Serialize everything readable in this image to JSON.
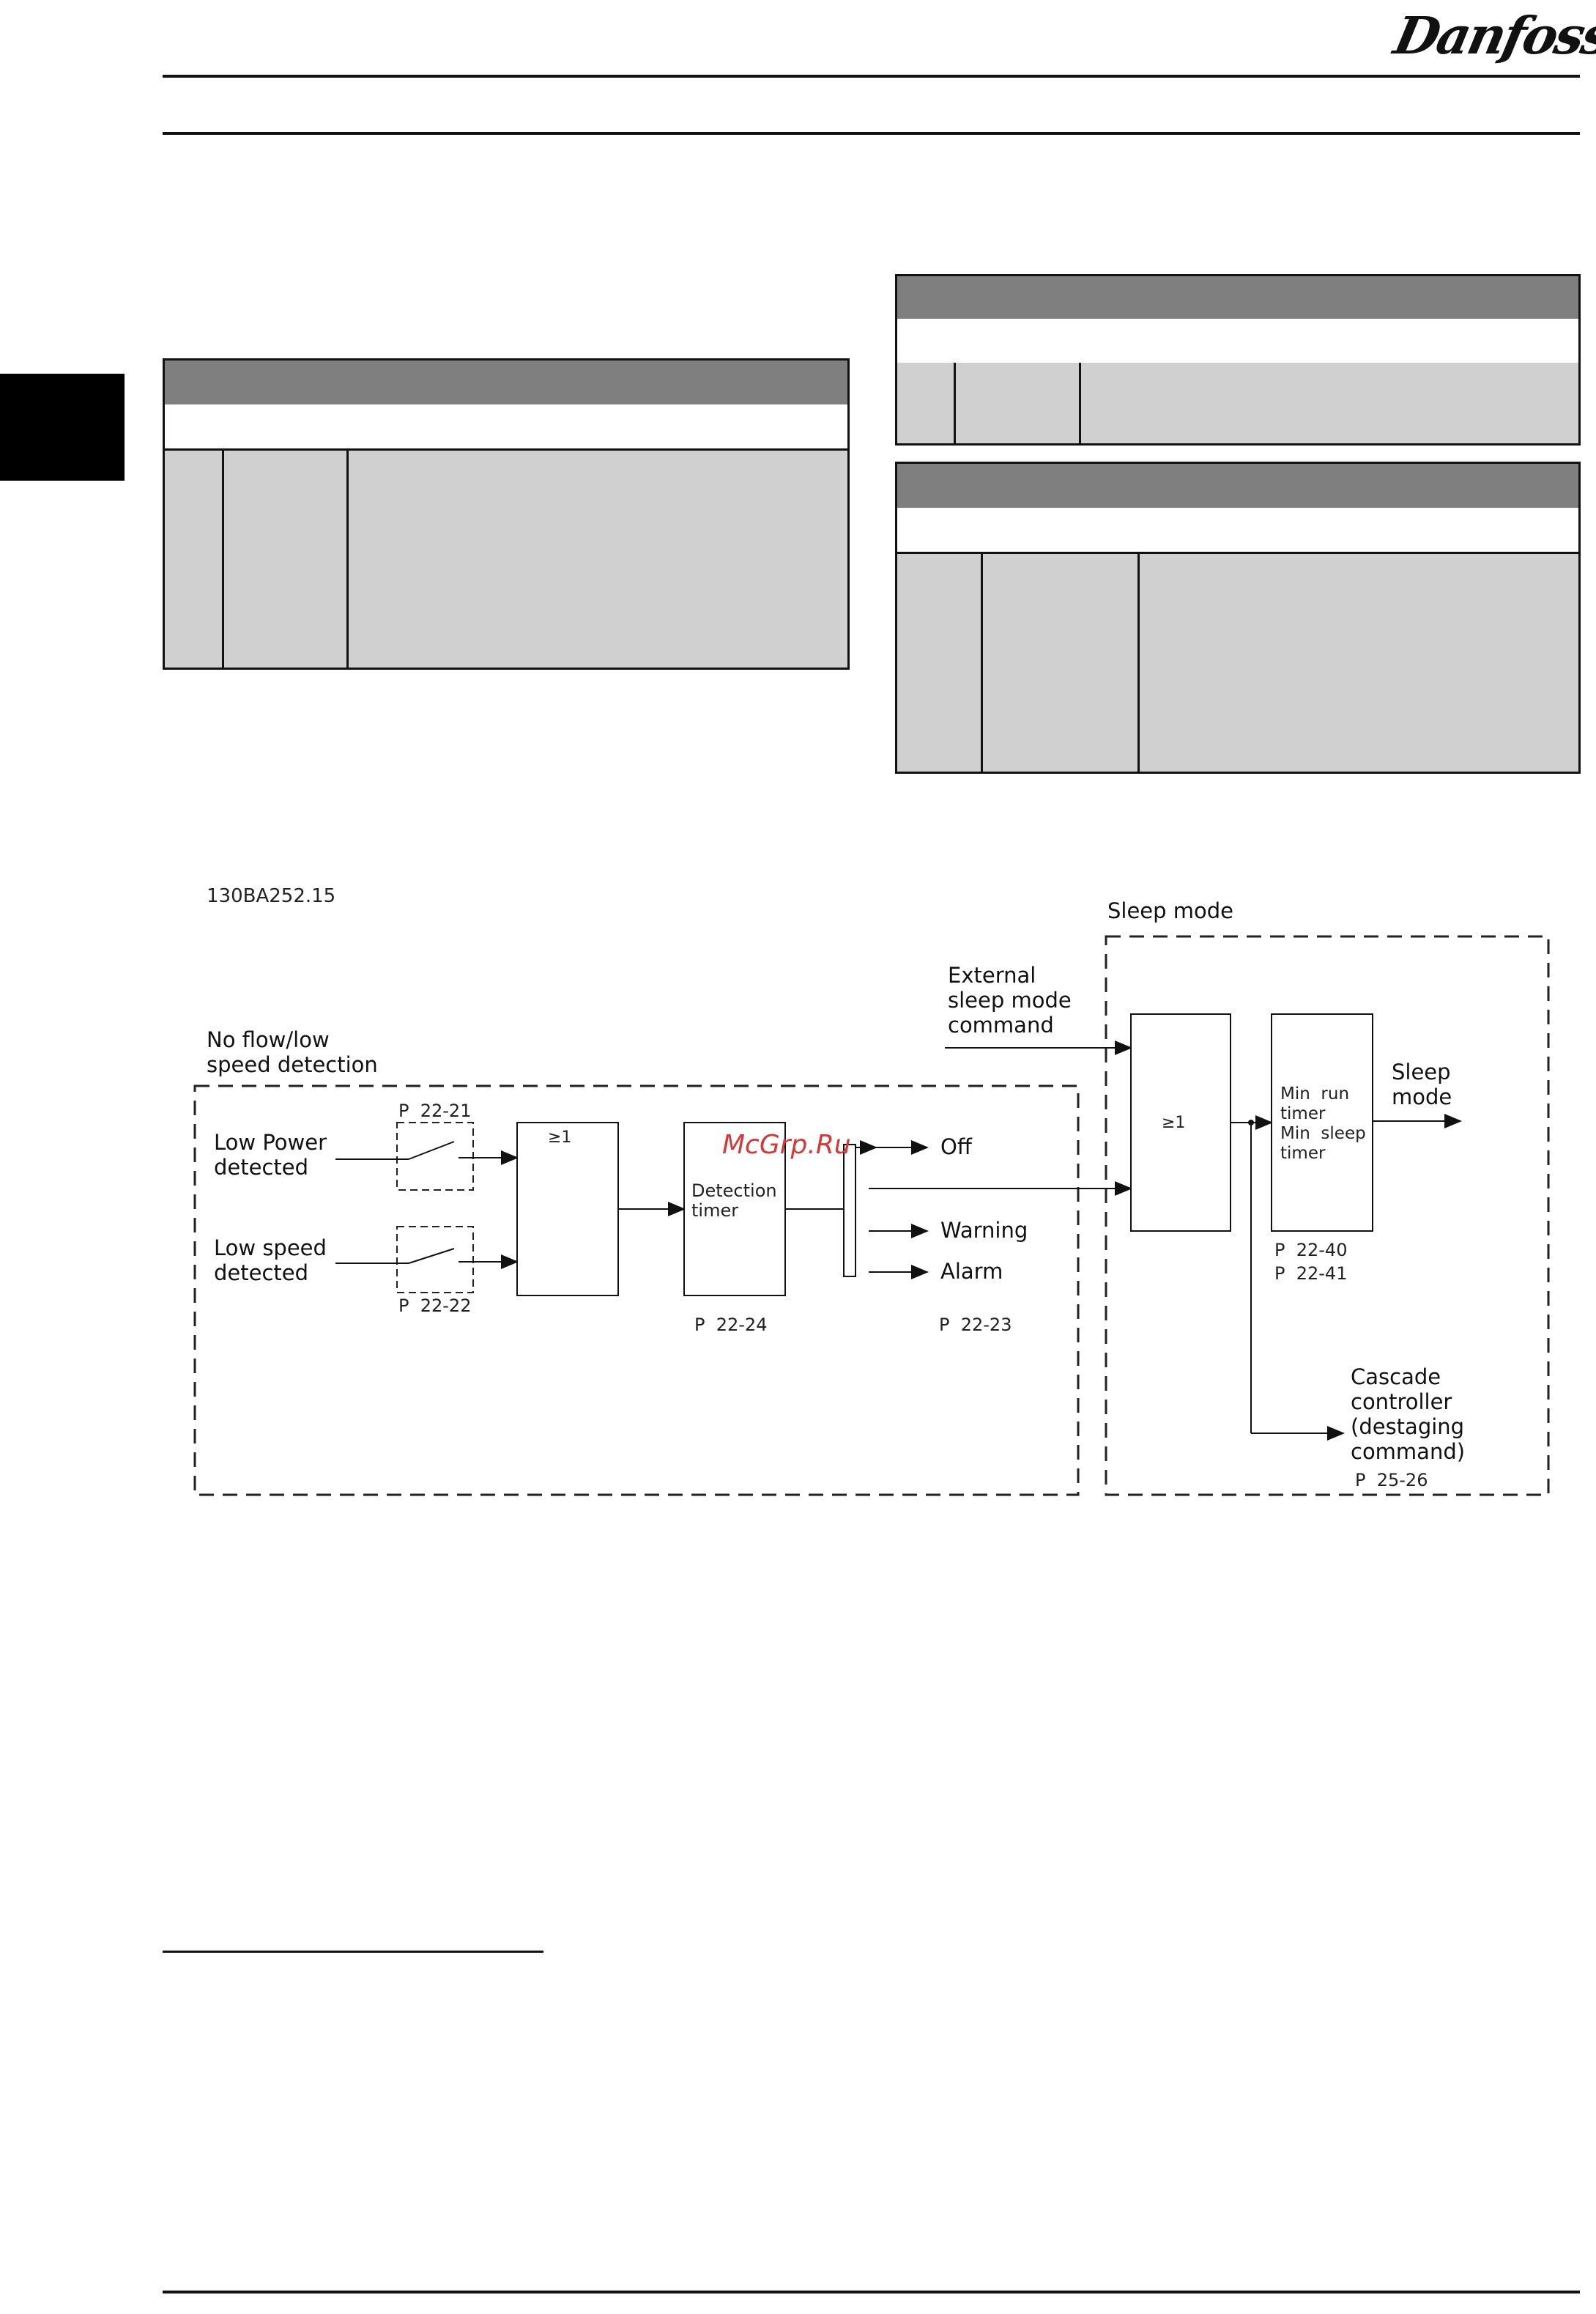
{
  "brand": {
    "logo_text": "Danfoss"
  },
  "diagram": {
    "figure_id": "130BA252.15",
    "sleep_mode_title": "Sleep mode",
    "no_flow_title": "No flow/low\nspeed detection",
    "external_command": "External\nsleep mode\ncommand",
    "low_power": "Low Power\ndetected",
    "low_speed": "Low speed\ndetected",
    "p_22_21": "P  22-21",
    "p_22_22": "P  22-22",
    "or_gate_1": "≥1",
    "detection_timer": "Detection\ntimer",
    "p_22_24": "P  22-24",
    "out_off": "Off",
    "out_warning": "Warning",
    "out_alarm": "Alarm",
    "p_22_23": "P  22-23",
    "or_gate_2": "≥1",
    "min_timers": "Min  run\ntimer\nMin  sleep\ntimer",
    "sleep_mode_out": "Sleep\nmode",
    "p_22_40": "P  22-40",
    "p_22_41": "P  22-41",
    "cascade": "Cascade\ncontroller\n(destaging\ncommand)",
    "p_25_26": "P  25-26"
  },
  "watermark": "McGrp.Ru"
}
